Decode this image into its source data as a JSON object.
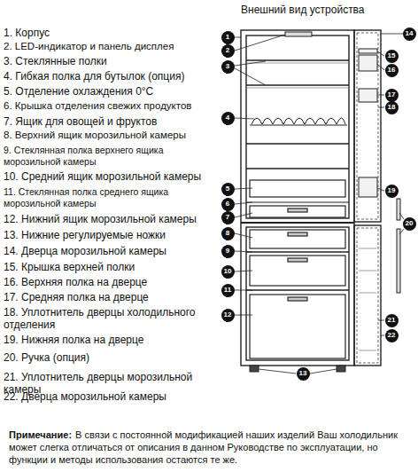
{
  "diagram": {
    "title": "Внешний вид устройства",
    "nodes": [
      {
        "text": [
          "1"
        ]
      },
      {
        "text": [
          "2"
        ]
      },
      {
        "text": [
          "3"
        ]
      },
      {
        "text": [
          "4"
        ]
      },
      {
        "text": [
          "5"
        ]
      },
      {
        "text": [
          "6"
        ]
      },
      {
        "text": [
          "7"
        ]
      },
      {
        "text": [
          "8"
        ]
      },
      {
        "text": [
          "9"
        ]
      },
      {
        "text": [
          "10"
        ]
      },
      {
        "text": [
          "11"
        ]
      },
      {
        "text": [
          "12"
        ]
      },
      {
        "text": [
          "13"
        ]
      },
      {
        "text": [
          "14"
        ]
      },
      {
        "text": [
          "15"
        ]
      },
      {
        "text": [
          "16"
        ]
      },
      {
        "text": [
          "17"
        ]
      },
      {
        "text": [
          "18"
        ]
      },
      {
        "text": [
          "19"
        ]
      },
      {
        "text": [
          "20"
        ]
      },
      {
        "text": [
          "21"
        ]
      },
      {
        "text": [
          "22"
        ]
      }
    ],
    "labels": [
      "1. Корпус",
      "2. LED-индикатор и панель дисплея",
      "3. Стеклянные полки",
      "4. Гибкая полка для бутылок (опция)",
      "5. Отделение охлаждения 0°C",
      "6. Крышка отделения свежих продуктов",
      "7. Ящик для овощей и фруктов",
      "8. Верхний ящик морозильной камеры",
      "9. Стеклянная полка верхнего ящика морозильной камеры",
      "10. Средний ящик морозильной камеры",
      "11. Стеклянная полка среднего ящика морозильной камеры",
      "12. Нижний ящик морозильной камеры",
      "13. Нижние регулируемые ножки",
      "14. Дверца морозильной камеры",
      "15. Крышка верхней полки",
      "16. Верхняя полка на дверце",
      "17. Средняя полка на дверце",
      "18. Уплотнитель дверцы холодильного отделения",
      "19. Нижняя полка на дверце",
      "20. Ручка (опция)",
      "21. Уплотнитель дверцы морозильной камеры",
      "22. Дверца морозильной камеры",
      "Примечание:",
      "В связи с постоянной модификацией наших изделий Ваш холодильник может слегка отличаться от описания в данном Руководстве по эксплуатации, но функции и методы использования остаются те же."
    ]
  }
}
